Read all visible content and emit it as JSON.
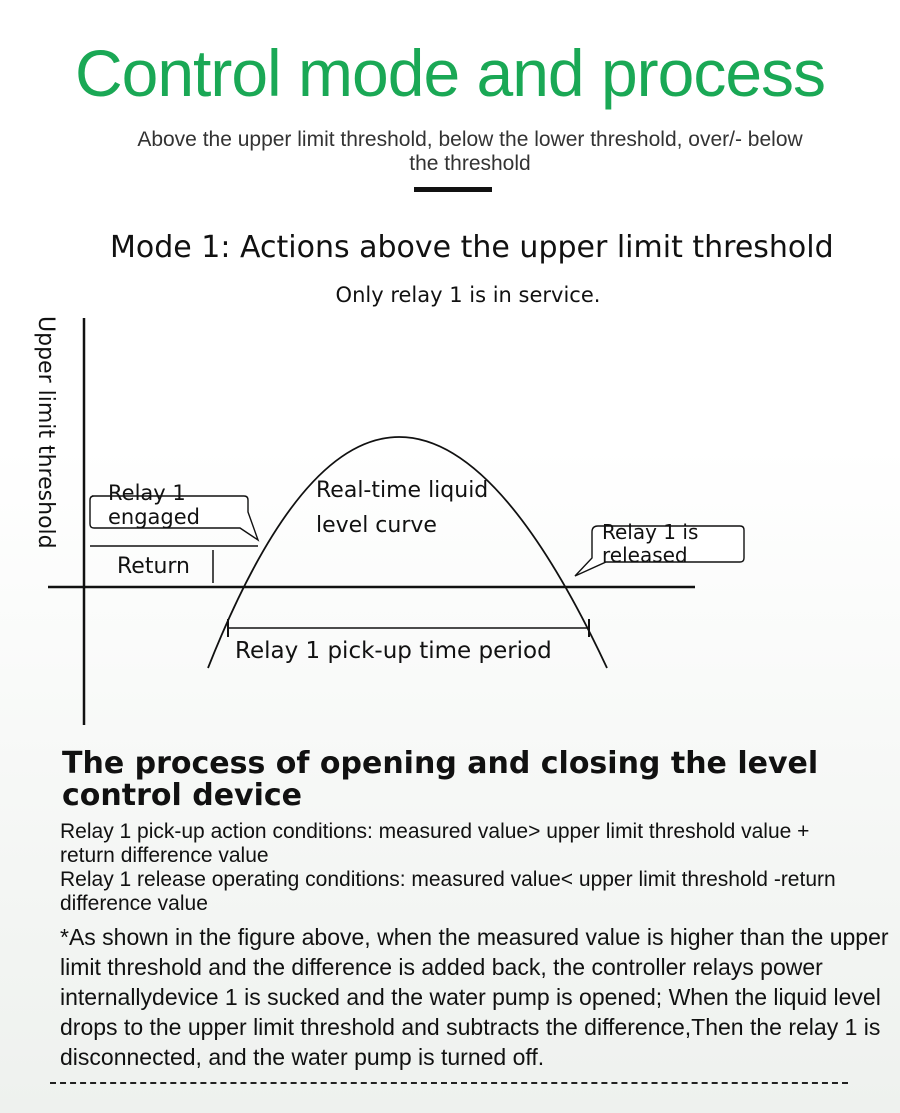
{
  "header": {
    "title": "Control mode and process",
    "subtitle": "Above the upper limit threshold, below the lower threshold, over/- below the threshold"
  },
  "mode": {
    "title": "Mode 1: Actions above the upper limit threshold",
    "note": "Only relay 1 is in service."
  },
  "diagram": {
    "y_axis_label": "Upper limit threshold",
    "curve_label_line1": "Real-time liquid",
    "curve_label_line2": "level curve",
    "engaged_line1": "Relay 1",
    "engaged_line2": "engaged",
    "released_line1": "Relay 1 is",
    "released_line2": "released",
    "return_label": "Return",
    "period_label": "Relay 1 pick-up time period"
  },
  "process": {
    "title": "The process of opening and closing the level control device",
    "pickup_condition": "Relay 1 pick-up action conditions: measured value> upper limit threshold value + return difference value",
    "release_condition": "Relay 1 release operating conditions: measured value< upper limit threshold -return difference value",
    "description": "*As shown in the figure above, when the measured value is higher than the upper limit threshold and the difference is added back, the controller relays power internallydevice 1 is sucked and the water pump is opened; When the liquid level drops to the upper limit threshold and subtracts the difference,Then the relay 1 is disconnected, and the water pump is turned off."
  }
}
